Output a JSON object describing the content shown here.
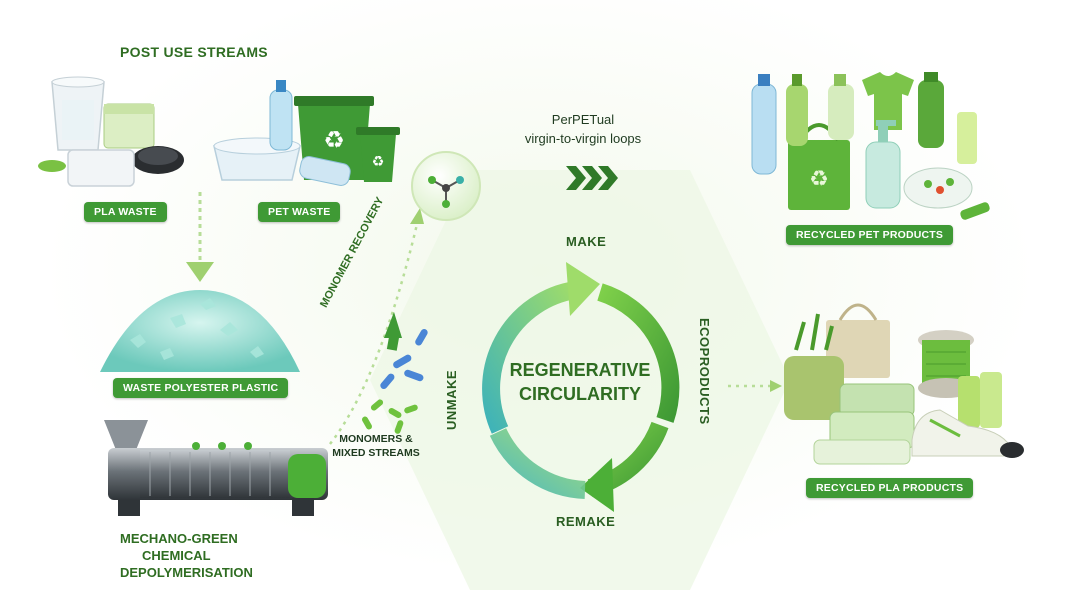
{
  "sections": {
    "post_use_streams": "POST USE STREAMS",
    "pla_waste": "PLA WASTE",
    "pet_waste": "PET WASTE",
    "waste_polyester": "WASTE POLYESTER PLASTIC",
    "monomers_mixed": [
      "MONOMERS &",
      "MIXED STREAMS"
    ],
    "monomer_recovery": "MONOMER RECOVERY",
    "depolymerisation": [
      "MECHANO-GREEN",
      "CHEMICAL",
      "DEPOLYMERISATION"
    ],
    "perpetual": [
      "PerPETual",
      "virgin-to-virgin loops"
    ],
    "recycled_pet": "RECYCLED PET PRODUCTS",
    "recycled_pla": "RECYCLED PLA PRODUCTS"
  },
  "cycle": {
    "center": [
      "REGENERATIVE",
      "CIRCULARITY"
    ],
    "make": "MAKE",
    "ecoproducts": "ECOPRODUCTS",
    "remake": "REMAKE",
    "unmake": "UNMAKE"
  },
  "colors": {
    "accent_green": "#3f9a35",
    "dark_green": "#2f6d22",
    "teal": "#5ec7bd",
    "light_green": "#8fcf4b"
  },
  "icons": [
    "cup-icon",
    "box-icon",
    "lid-icon",
    "bottle-icon",
    "tub-icon",
    "recycle-bin-icon",
    "molecule-icon",
    "grinder-icon",
    "shopping-bag-icon",
    "tshirt-icon",
    "spool-icon",
    "shoe-icon",
    "food-container-icon"
  ]
}
